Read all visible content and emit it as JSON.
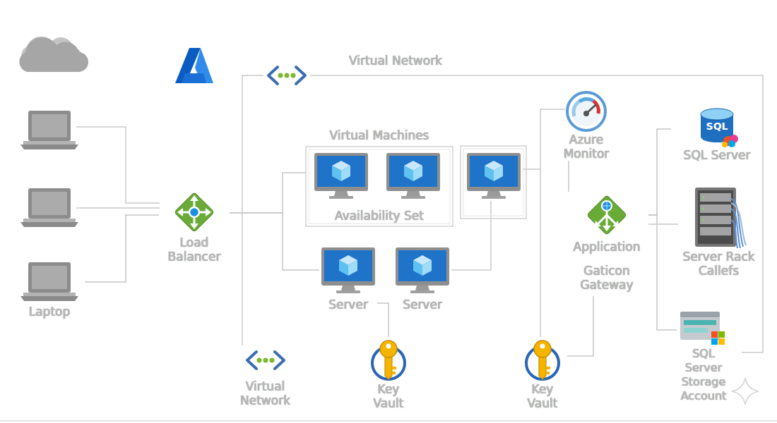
{
  "diagram": {
    "nodes": [
      {
        "text": [
          "Laptop"
        ]
      },
      {
        "text": [
          "Load Balancer"
        ]
      },
      {
        "text": [
          "Virtual Machines",
          "Availability Set"
        ]
      },
      {
        "text": [
          "Server"
        ]
      },
      {
        "text": [
          "Server"
        ]
      },
      {
        "text": [
          "Virtual Network"
        ]
      },
      {
        "text": [
          "Key Vault"
        ]
      },
      {
        "text": [
          "Azure Monitor"
        ]
      },
      {
        "text": [
          "Application",
          "Gaticon Gateway"
        ]
      },
      {
        "text": [
          "Key Vault"
        ]
      },
      {
        "text": [
          "SQL Server"
        ]
      },
      {
        "text": [
          "Server Rack Callefs"
        ]
      },
      {
        "text": [
          "SQL Server Storage Account"
        ]
      }
    ],
    "edges": [
      {
        "from": 0,
        "to": 1,
        "arrow": "none"
      },
      {
        "from": 1,
        "to": 2,
        "arrow": "none"
      },
      {
        "from": 1,
        "to": 3,
        "arrow": "none"
      },
      {
        "from": 3,
        "to": 6,
        "arrow": "none"
      },
      {
        "from": 7,
        "to": 8,
        "arrow": "none"
      },
      {
        "from": 8,
        "to": 9,
        "arrow": "none"
      },
      {
        "from": 8,
        "to": 10,
        "arrow": "none"
      },
      {
        "from": 8,
        "to": 11,
        "arrow": "none"
      },
      {
        "from": 8,
        "to": 12,
        "arrow": "none"
      }
    ],
    "labels": [
      "Virtual Network",
      "SQL"
    ]
  }
}
